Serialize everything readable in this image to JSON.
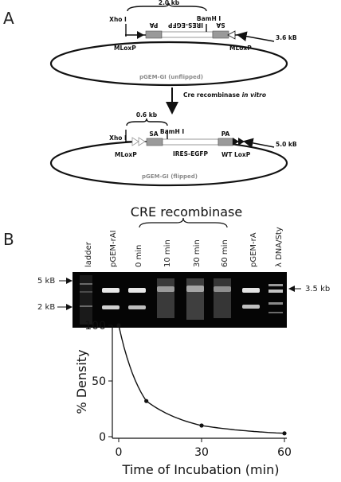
{
  "panel_a": {
    "letter": "A",
    "unflipped": {
      "dist": "2.0 kb",
      "xho": "Xho I",
      "bam": "BamH I",
      "pa": "PA",
      "ires": "IRES-EGFP",
      "sa": "SA",
      "size": "3.6 kB",
      "mloxp_left": "MLoxP",
      "mloxp_right": "MLoxP",
      "plasmid": "pGEM-GI (unflipped)"
    },
    "step": {
      "prefix": "Cre recombinase ",
      "italic": "in vitro"
    },
    "flipped": {
      "dist": "0.6 kb",
      "xho": "Xho I",
      "bam": "BamH I",
      "sa": "SA",
      "pa": "PA",
      "ires": "IRES-EGFP",
      "size": "5.0 kB",
      "mloxp": "MLoxP",
      "wtloxp": "WT LoxP",
      "plasmid": "pGEM-GI (flipped)"
    }
  },
  "panel_b": {
    "letter": "B",
    "title": "CRE recombinase",
    "lanes": [
      "ladder",
      "pGEM-rAI",
      "0 min",
      "10 min",
      "30 min",
      "60 min",
      "pGEM-rA",
      "λ DNA/Sty"
    ],
    "left_markers": [
      "5 kB",
      "2 kB"
    ],
    "right_marker": "3.5 kb"
  },
  "chart_data": {
    "type": "line",
    "x": [
      0,
      10,
      30,
      60
    ],
    "y": [
      100,
      32,
      10,
      3
    ],
    "xlabel": "Time of Incubation (min)",
    "ylabel": "% Density",
    "xlim": [
      0,
      60
    ],
    "ylim": [
      0,
      100
    ],
    "xticks": [
      0,
      30,
      60
    ],
    "yticks": [
      0,
      50,
      100
    ],
    "grid": false,
    "marker_color": "#111111"
  }
}
